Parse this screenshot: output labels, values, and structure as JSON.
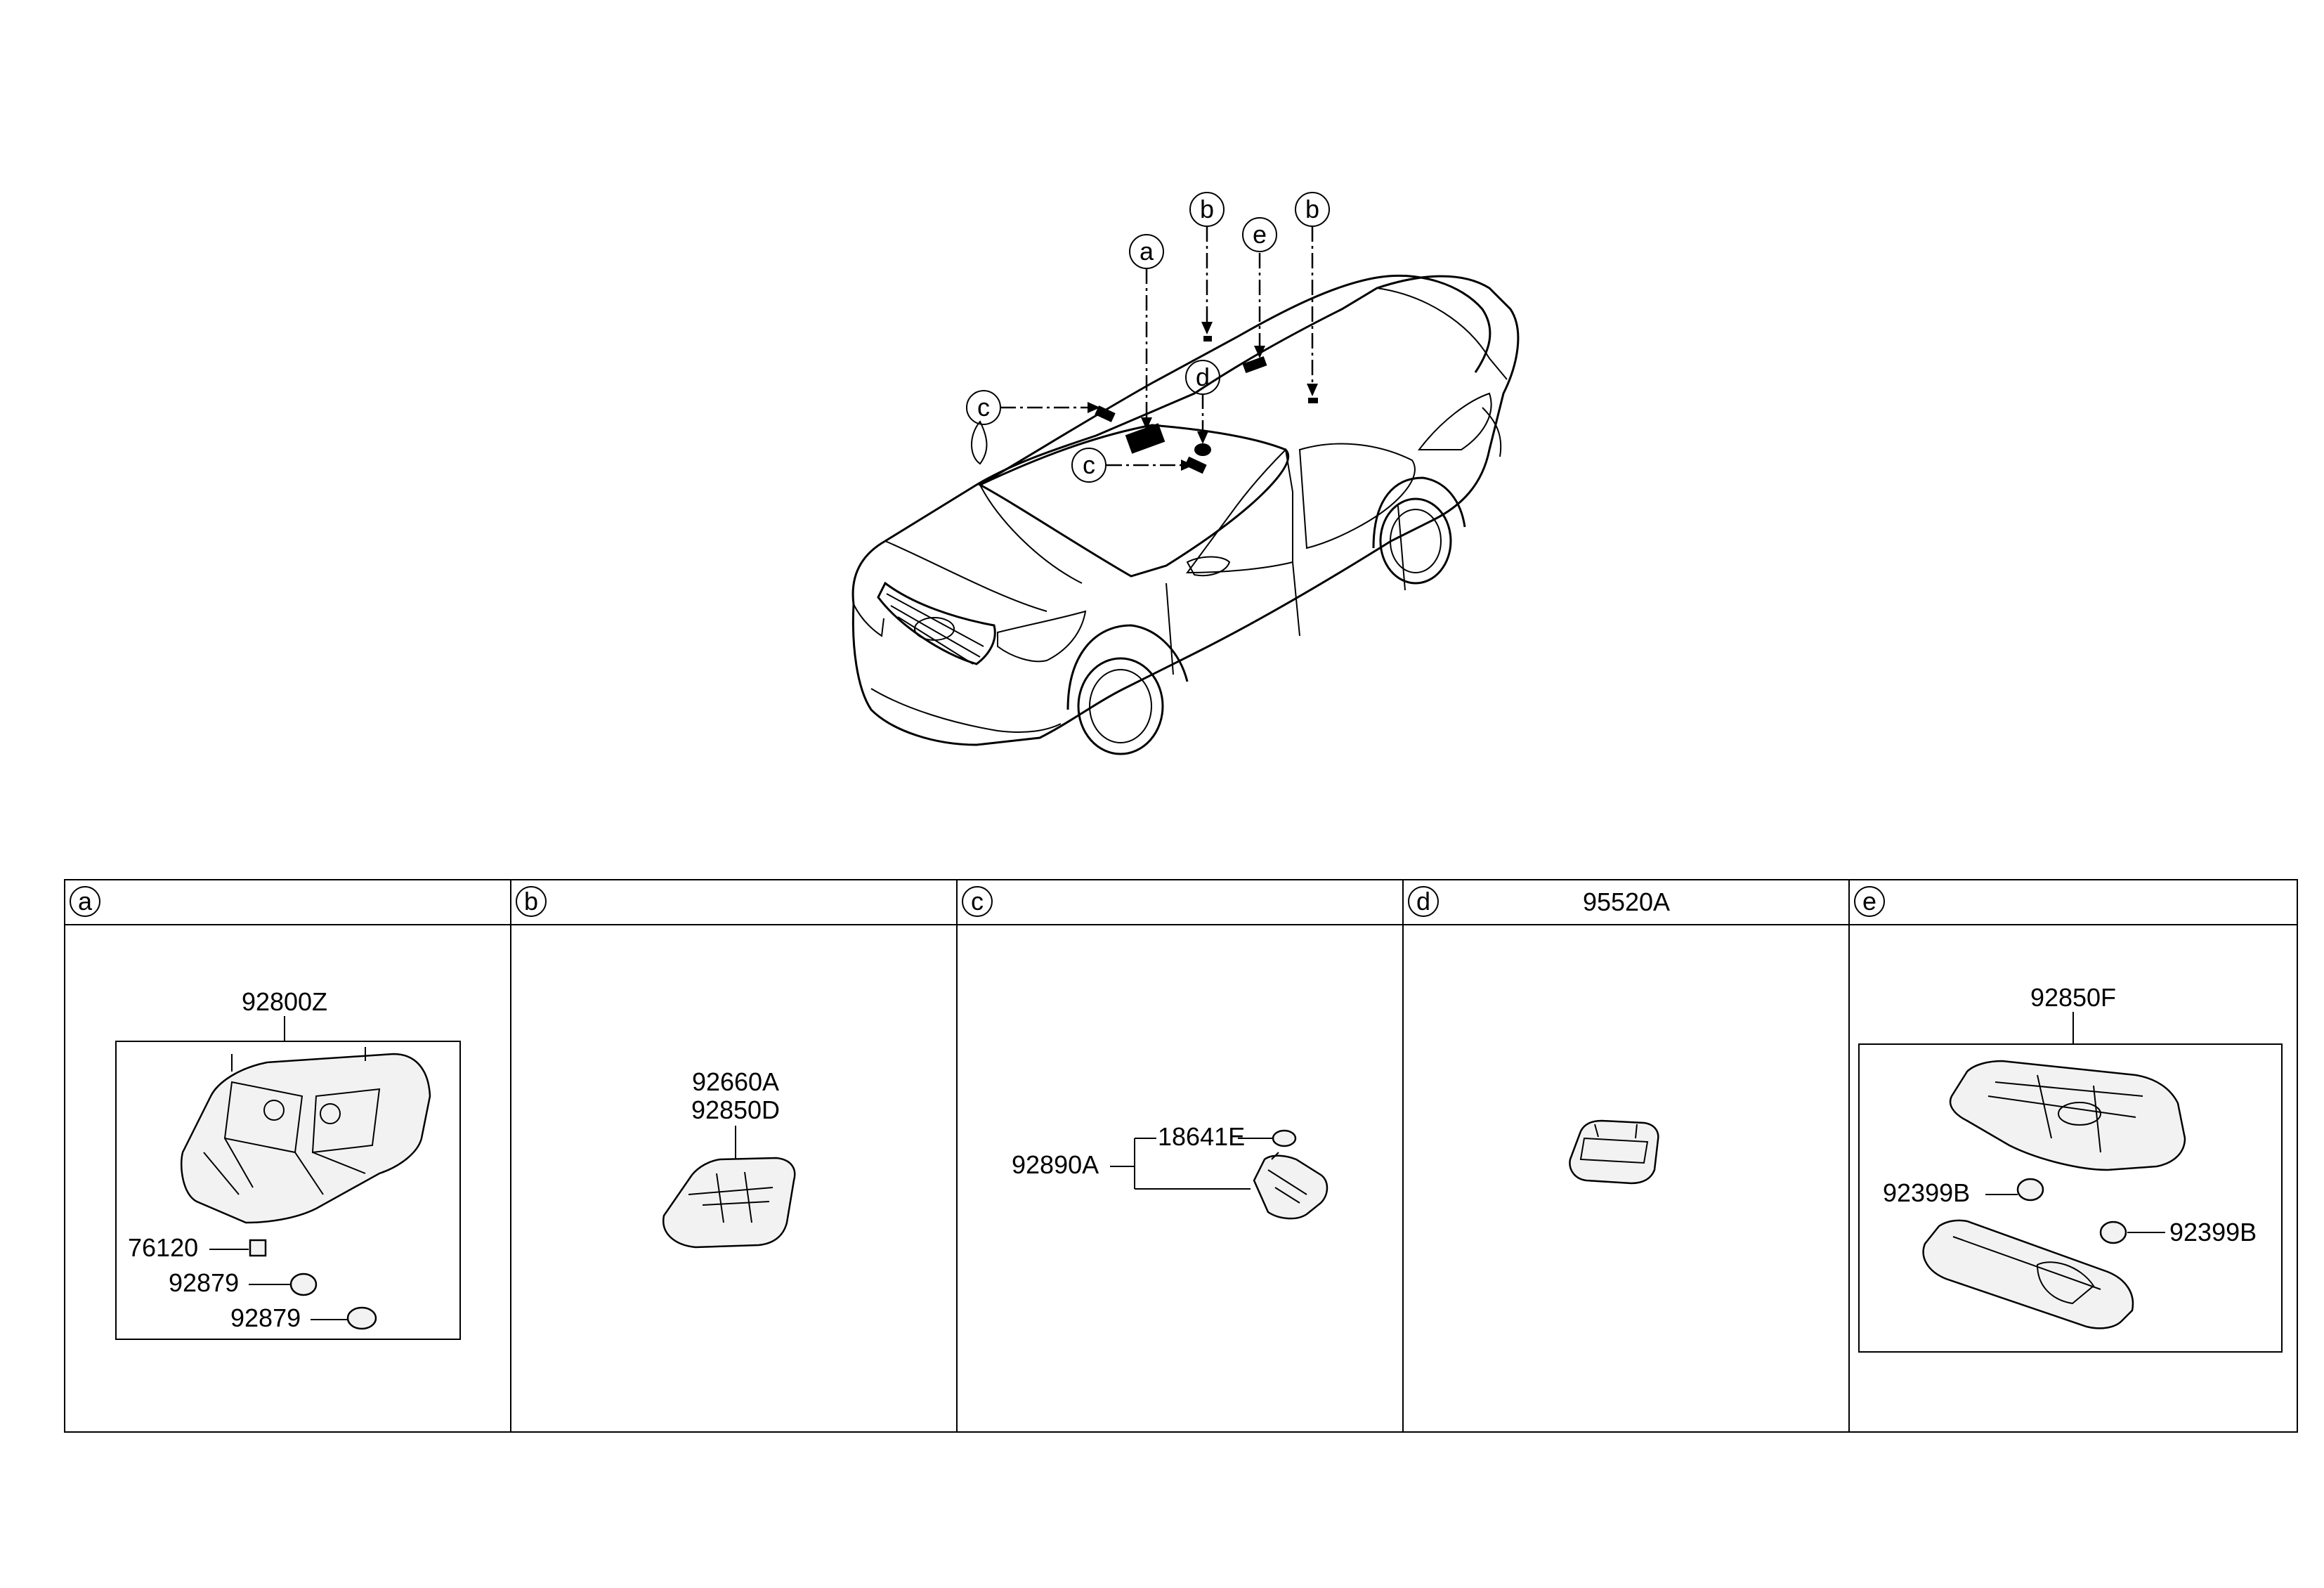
{
  "overview": {
    "callouts": [
      {
        "id": "callout-a-top",
        "text": "a"
      },
      {
        "id": "callout-b-top-left",
        "text": "b"
      },
      {
        "id": "callout-e-top",
        "text": "e"
      },
      {
        "id": "callout-b-top-right",
        "text": "b"
      },
      {
        "id": "callout-d-top",
        "text": "d"
      },
      {
        "id": "callout-c-upper",
        "text": "c"
      },
      {
        "id": "callout-c-lower",
        "text": "c"
      }
    ]
  },
  "table": {
    "sections": [
      {
        "key": "a",
        "header_part": "",
        "frame_label": "92800Z",
        "parts": [
          "76120",
          "92879",
          "92879"
        ]
      },
      {
        "key": "b",
        "header_part": "",
        "parts": [
          "92660A",
          "92850D"
        ]
      },
      {
        "key": "c",
        "header_part": "",
        "parts": [
          "92890A",
          "18641E"
        ]
      },
      {
        "key": "d",
        "header_part": "95520A",
        "parts": []
      },
      {
        "key": "e",
        "header_part": "",
        "frame_label": "92850F",
        "parts": [
          "92399B",
          "92399B"
        ]
      }
    ]
  }
}
